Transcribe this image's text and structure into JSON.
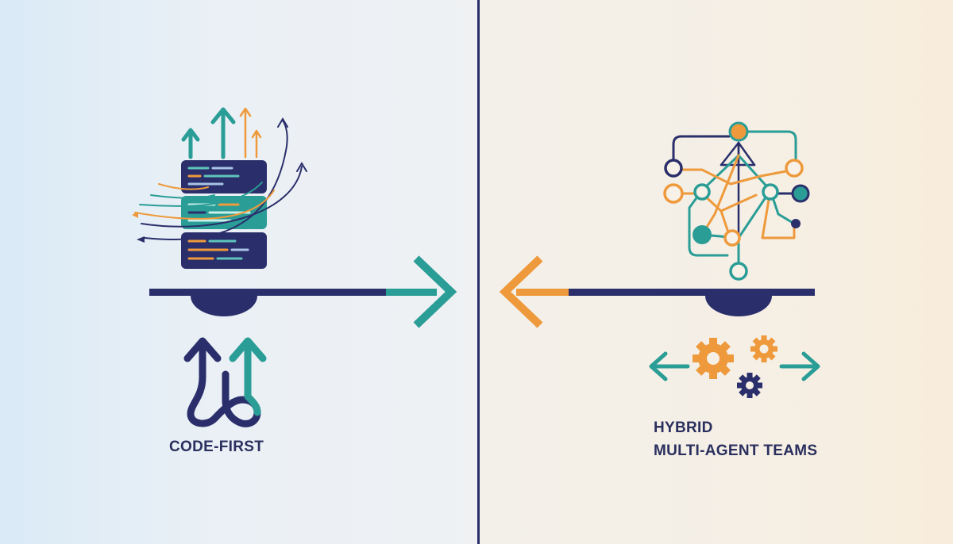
{
  "left_panel": {
    "label": "CODE-FIRST"
  },
  "right_panel": {
    "label_line1": "HYBRID",
    "label_line2": "MULTI-AGENT TEAMS"
  },
  "colors": {
    "navy": "#2a2f6b",
    "teal": "#2a9d96",
    "orange": "#ee9a3c",
    "left_background": "#e3edf5",
    "right_background": "#f5efe5"
  },
  "icons": [
    "code-stack-icon",
    "upward-arrows-icon",
    "flow-curves-icon",
    "seesaw-beam-icon",
    "right-arrow-icon",
    "left-arrow-icon",
    "loop-arrows-icon",
    "agent-network-icon",
    "gears-icon",
    "bidirectional-arrows-icon"
  ]
}
